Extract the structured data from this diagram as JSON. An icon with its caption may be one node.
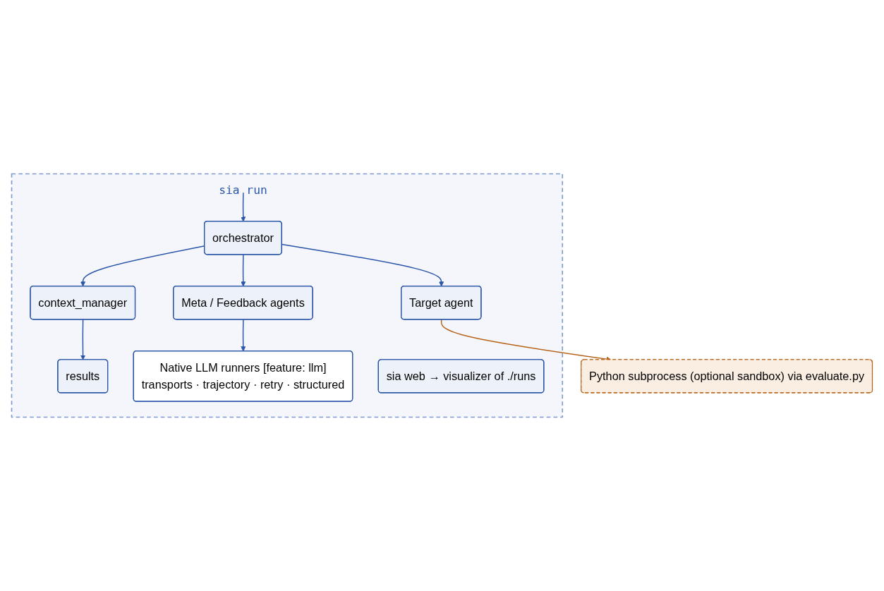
{
  "diagram": {
    "nodes": [
      {
        "text": [],
        "shape": "box"
      },
      {
        "text": [
          "sia run"
        ],
        "in": 0
      },
      {
        "text": [
          "orchestrator"
        ],
        "in": 0
      },
      {
        "text": [
          "context_manager"
        ],
        "in": 0
      },
      {
        "text": [
          "results"
        ],
        "in": 0
      },
      {
        "text": [
          "Meta / Feedback agents"
        ],
        "in": 0
      },
      {
        "text": [
          "Target agent"
        ],
        "in": 0
      },
      {
        "text": [
          "Native LLM runners [feature: llm]",
          "transports · trajectory · retry · structured"
        ],
        "in": 0
      },
      {
        "text": [
          "sia web → visualizer of ./runs"
        ],
        "in": 0
      },
      {
        "text": [
          "Python subprocess (optional sandbox) via evaluate.py"
        ]
      }
    ],
    "edges": [
      {
        "from": 1,
        "to": 2,
        "arrow": "to"
      },
      {
        "from": 2,
        "to": 3,
        "arrow": "to"
      },
      {
        "from": 3,
        "to": 4,
        "arrow": "to"
      },
      {
        "from": 2,
        "to": 5,
        "arrow": "to"
      },
      {
        "from": 2,
        "to": 6,
        "arrow": "to"
      },
      {
        "from": 5,
        "to": 7,
        "arrow": "to"
      },
      {
        "from": 6,
        "to": 9,
        "arrow": "to",
        "color": "#b8651b"
      }
    ]
  }
}
